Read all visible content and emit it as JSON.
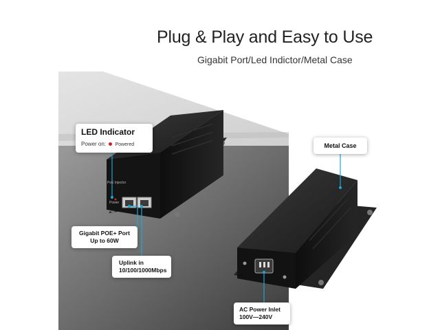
{
  "header": {
    "title": "Plug & Play and Easy to Use",
    "subtitle": "Gigabit Port/Led Indictor/Metal Case"
  },
  "callouts": {
    "led": {
      "heading": "LED Indicator",
      "label": "Power on:",
      "status": "Powered"
    },
    "metal_case": "Metal Case",
    "poe_port": {
      "line1": "Gigabit POE+ Port",
      "line2": "Up to 60W"
    },
    "uplink": {
      "line1": "Uplink in",
      "line2": "10/100/1000Mbps"
    },
    "ac_inlet": {
      "line1": "AC Power Inlet",
      "line2": "100V—240V"
    }
  },
  "device_labels": {
    "front": "PoE Injector",
    "indicator": "Power"
  },
  "colors": {
    "callout_line": "#1fa6d6",
    "device_body": "#1b1b1b",
    "led_dot": "#d42020",
    "table_top": "#d8d8d8"
  }
}
